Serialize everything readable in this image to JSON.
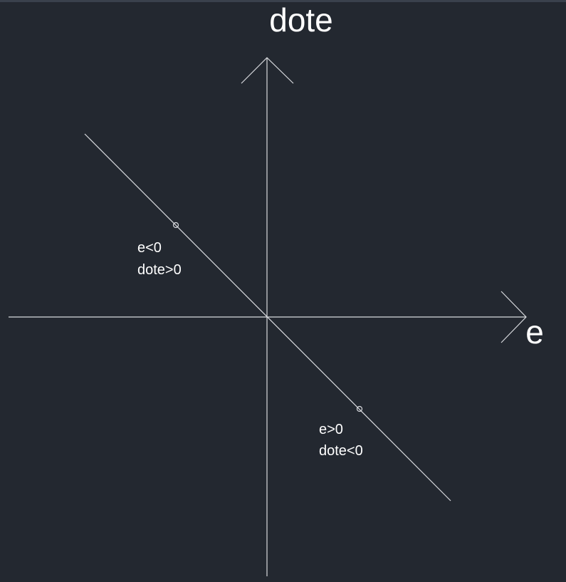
{
  "colors": {
    "background": "#232830",
    "line": "#d8dade",
    "text": "#ffffff"
  },
  "axes": {
    "y_label": "dote",
    "x_label": "e"
  },
  "regions": [
    {
      "line1": "e<0",
      "line2": "dote>0"
    },
    {
      "line1": "e>0",
      "line2": "dote<0"
    }
  ]
}
